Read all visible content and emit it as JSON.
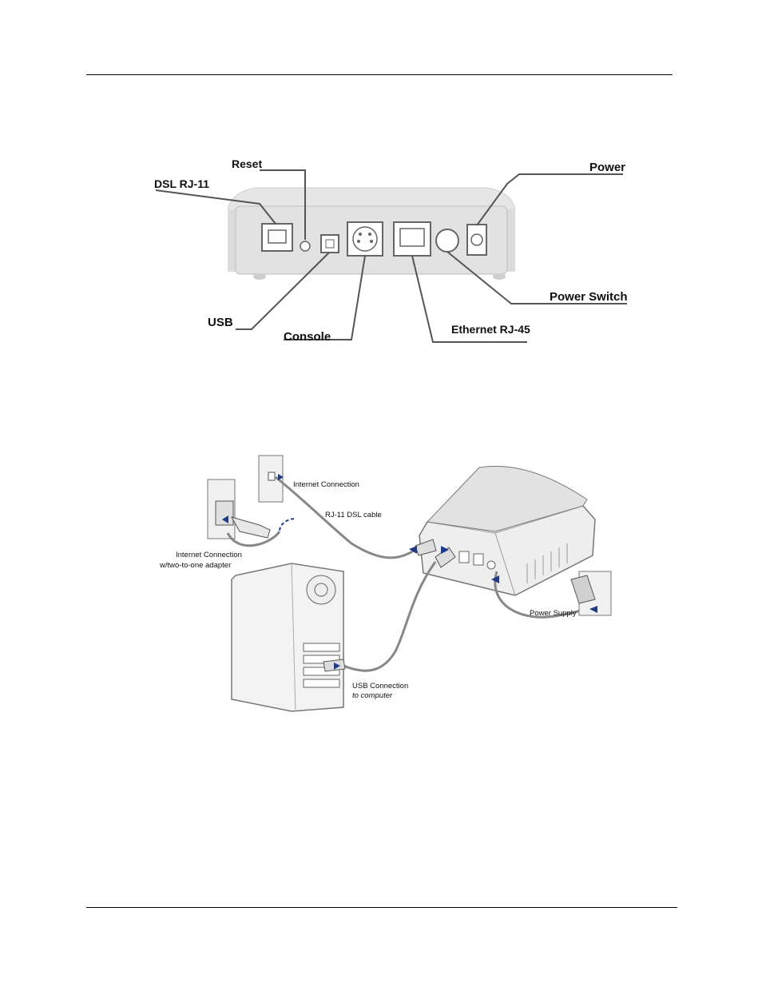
{
  "figure1": {
    "labels": {
      "reset": "Reset",
      "dsl": "DSL RJ-11",
      "power": "Power",
      "usb": "USB",
      "console": "Console",
      "power_switch": "Power Switch",
      "ethernet": "Ethernet RJ-45"
    }
  },
  "figure2": {
    "labels": {
      "internet1": "Internet Connection",
      "dsl_cable": "RJ-11 DSL cable",
      "internet2_line1": "Internet Connection",
      "internet2_line2": "w/two-to-one adapter",
      "power_supply": "Power Supply",
      "usb_line1": "USB Connection",
      "usb_line2": "to computer"
    }
  },
  "colors": {
    "arrow": "#1f3a8a",
    "panel": "#e3e3e3",
    "line": "#555555"
  }
}
